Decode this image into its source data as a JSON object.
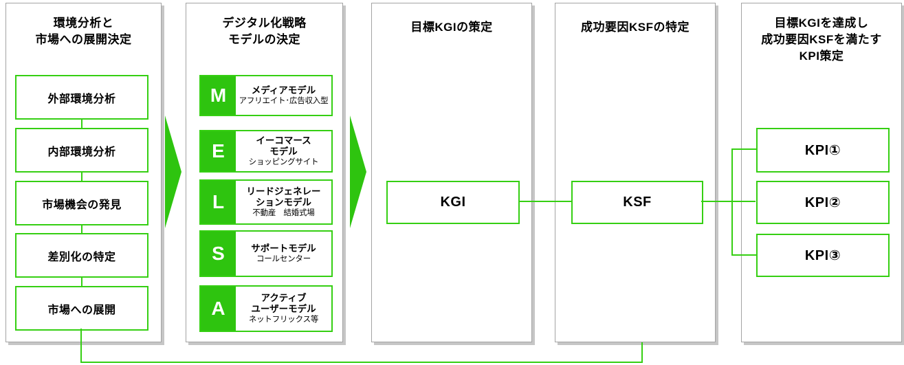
{
  "colors": {
    "green_fill": "#2EC40F",
    "green_line": "#35CF12",
    "panel_border": "#A3A3A3",
    "panel_shadow": "#C6C6C6",
    "text": "#000000"
  },
  "panels": [
    {
      "title": "環境分析と\n市場への展開決定",
      "boxes": [
        "外部環境分析",
        "内部環境分析",
        "市場機会の発見",
        "差別化の特定",
        "市場への展開"
      ]
    },
    {
      "title": "デジタル化戦略\nモデルの決定",
      "items": [
        {
          "letter": "M",
          "title": "メディアモデル",
          "subtitle": "アフリエイト･広告収入型"
        },
        {
          "letter": "E",
          "title": "イーコマース\nモデル",
          "subtitle": "ショッピングサイト"
        },
        {
          "letter": "L",
          "title": "リードジェネレー\nションモデル",
          "subtitle": "不動産　結婚式場"
        },
        {
          "letter": "S",
          "title": "サポートモデル",
          "subtitle": "コールセンター"
        },
        {
          "letter": "A",
          "title": "アクティブ\nユーザーモデル",
          "subtitle": "ネットフリックス等"
        }
      ]
    },
    {
      "title": "目標KGIの策定",
      "box": "KGI"
    },
    {
      "title": "成功要因KSFの特定",
      "box": "KSF"
    },
    {
      "title": "目標KGIを達成し\n成功要因KSFを満たす\nKPI策定",
      "boxes": [
        "KPI①",
        "KPI②",
        "KPI③"
      ]
    }
  ]
}
